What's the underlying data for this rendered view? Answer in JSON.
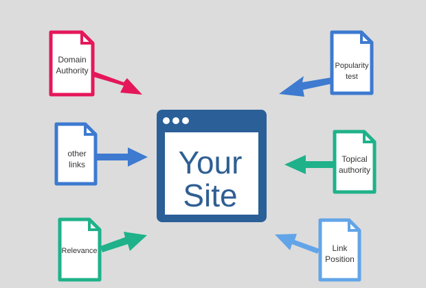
{
  "center": {
    "line1": "Your",
    "line2": "Site",
    "color": "#2a5f97"
  },
  "factors": [
    {
      "id": "domain-authority",
      "label": "Domain Authority",
      "color": "#e5175a"
    },
    {
      "id": "other-links",
      "label": "other links",
      "color": "#3d7ad0"
    },
    {
      "id": "relevance",
      "label": "Relevance",
      "color": "#1fb28a"
    },
    {
      "id": "popularity-test",
      "label": "Popularity test",
      "color": "#3d7ad0"
    },
    {
      "id": "topical-authority",
      "label": "Topical authority",
      "color": "#1fb28a"
    },
    {
      "id": "link-position",
      "label": "Link Position",
      "color": "#62a4e8"
    }
  ],
  "icons": [
    "document-icon",
    "arrow-icon",
    "browser-window-icon"
  ]
}
